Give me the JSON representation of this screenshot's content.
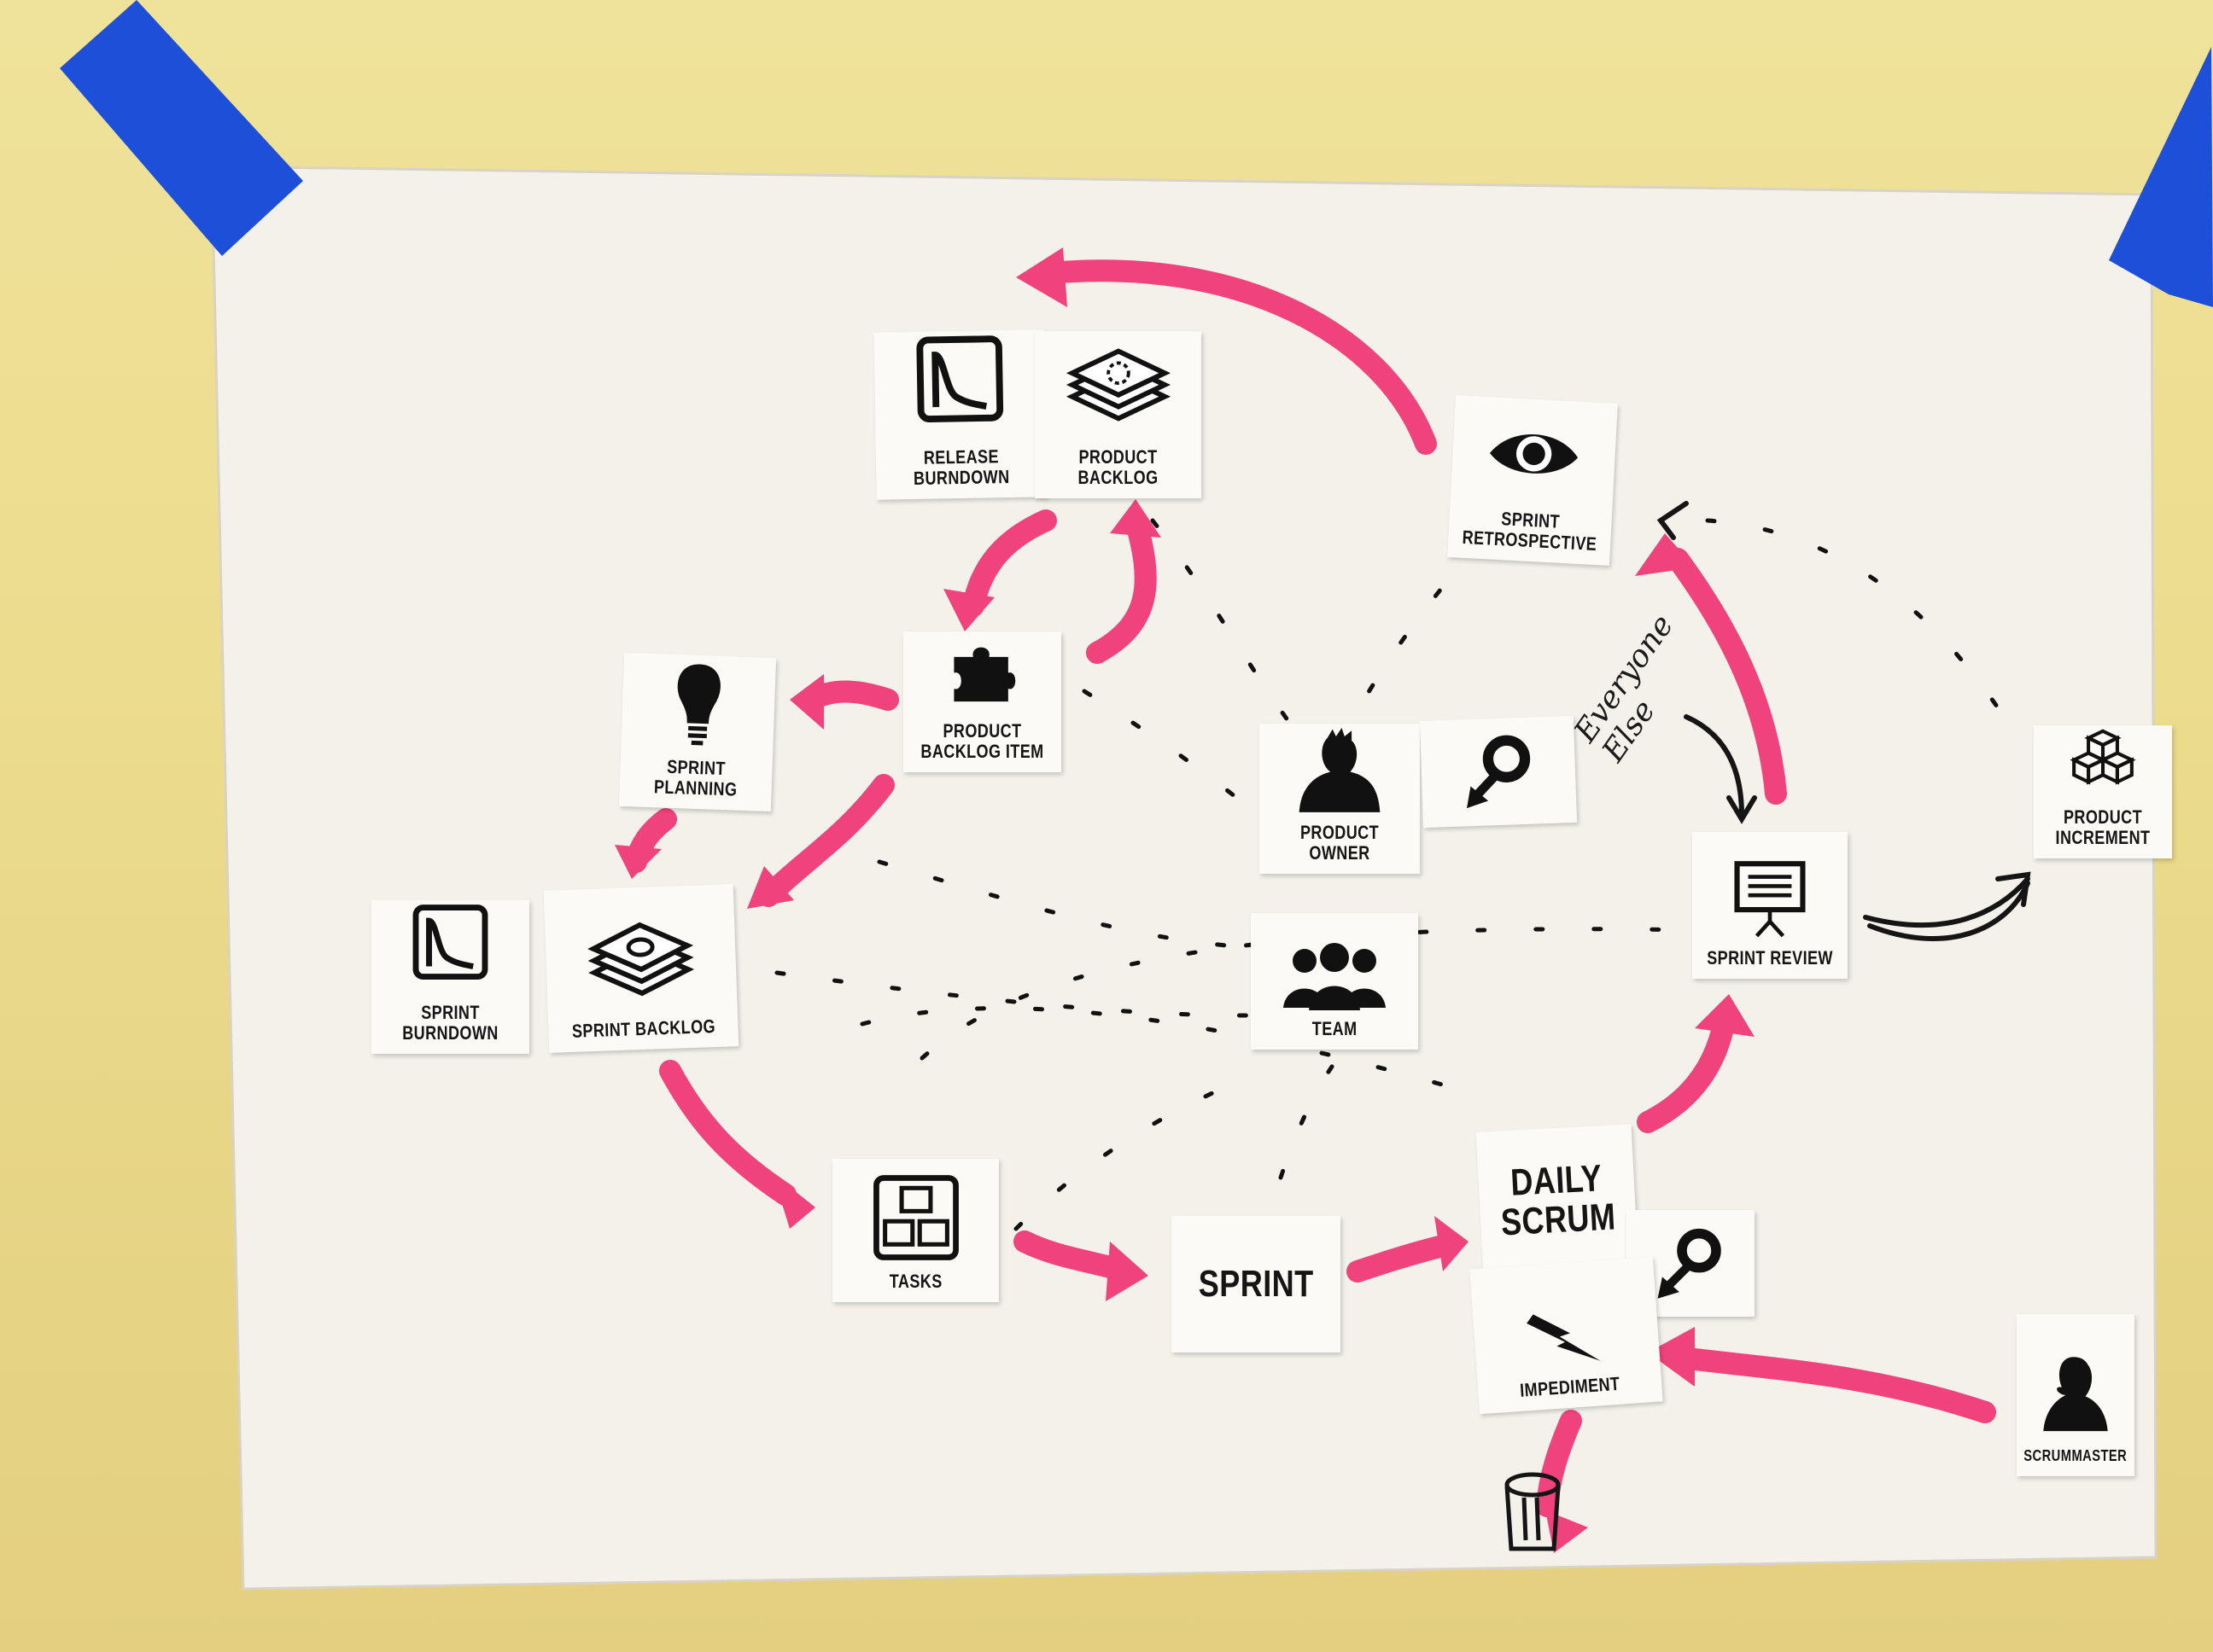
{
  "labels": {
    "release_burndown": "RELEASE BURNDOWN",
    "product_backlog": "PRODUCT BACKLOG",
    "sprint_retrospective": "SPRINT RETROSPECTIVE",
    "product_backlog_item": "PRODUCT BACKLOG ITEM",
    "sprint_planning": "SPRINT PLANNING",
    "product_owner": "PRODUCT OWNER",
    "sprint_burndown": "SPRINT BURNDOWN",
    "sprint_backlog": "SPRINT BACKLOG",
    "team": "TEAM",
    "sprint_review": "SPRINT REVIEW",
    "product_increment": "PRODUCT INCREMENT",
    "tasks": "TASKS",
    "sprint": "SPRINT",
    "daily_scrum": "DAILY SCRUM",
    "impediment": "IMPEDIMENT",
    "scrummaster": "SCRUMMASTER"
  },
  "handwriting": {
    "everyone_else": "Everyone Else"
  },
  "colors": {
    "wall": "#ecdc8e",
    "paper": "#f3f1ea",
    "tape": "#1e4fd8",
    "marker_pink": "#f0427d",
    "ink": "#151515"
  }
}
